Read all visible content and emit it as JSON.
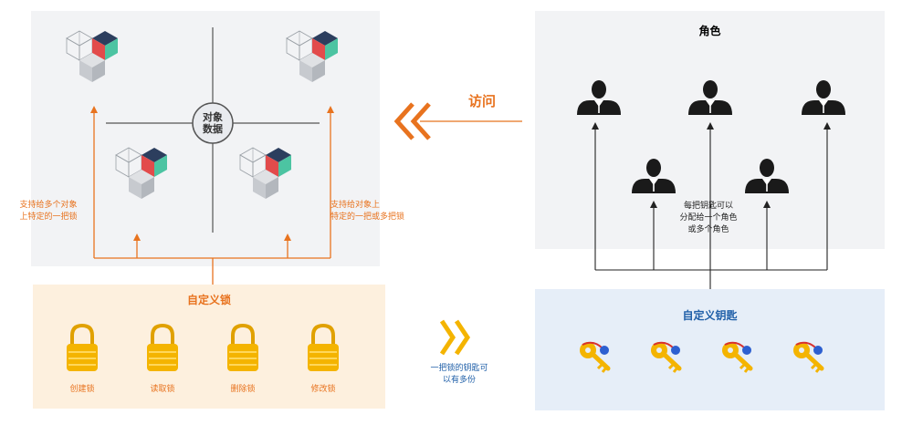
{
  "center_label": "对象\n数据",
  "access_label": "访问",
  "left_note": "支持给多个对象\n上特定的一把锁",
  "right_note": "支持给对象上\n特定的一把或多把锁",
  "roles_title": "角色",
  "roles_note": "每把钥匙可以\n分配给一个角色\n或多个角色",
  "locks_title": "自定义锁",
  "locks": [
    "创建锁",
    "读取锁",
    "删除锁",
    "修改锁"
  ],
  "keys_title": "自定义钥匙",
  "keys_note": "一把锁的钥匙可\n以有多份",
  "colors": {
    "orange": "#e8731f",
    "blue": "#1f5fa8",
    "lock_gold": "#f4b400"
  }
}
